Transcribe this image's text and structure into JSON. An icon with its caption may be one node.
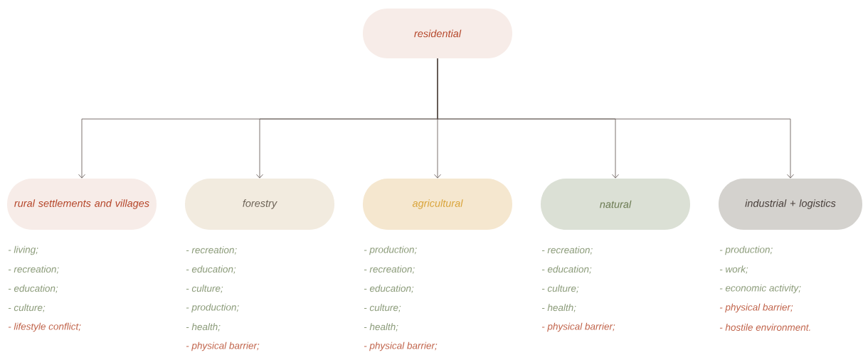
{
  "diagram": {
    "nodes": [
      {
        "text": [
          "residential"
        ]
      },
      {
        "text": [
          "rural settlements and villages"
        ],
        "beside": [
          "- living;",
          "- recreation;",
          "- education;",
          "- culture;",
          "- lifestyle conflict;"
        ]
      },
      {
        "text": [
          "forestry"
        ],
        "beside": [
          "- recreation;",
          "- education;",
          "- culture;",
          "- production;",
          "- health;",
          "- physical barrier;"
        ]
      },
      {
        "text": [
          "agricultural"
        ],
        "beside": [
          "- production;",
          "- recreation;",
          "- education;",
          "- culture;",
          "- health;",
          "- physical barrier;"
        ]
      },
      {
        "text": [
          "natural"
        ],
        "beside": [
          "- recreation;",
          "- education;",
          "- culture;",
          "- health;",
          "- physical barrier;"
        ]
      },
      {
        "text": [
          "industrial + logistics"
        ],
        "beside": [
          "- production;",
          "- work;",
          "- economic activity;",
          "- physical barrier;",
          "- hostile environment."
        ]
      }
    ],
    "edges": [
      {
        "from": 0,
        "to": 1,
        "arrow": "to"
      },
      {
        "from": 0,
        "to": 2,
        "arrow": "to"
      },
      {
        "from": 0,
        "to": 3,
        "arrow": "to"
      },
      {
        "from": 0,
        "to": 4,
        "arrow": "to"
      },
      {
        "from": 0,
        "to": 5,
        "arrow": "to"
      }
    ]
  }
}
